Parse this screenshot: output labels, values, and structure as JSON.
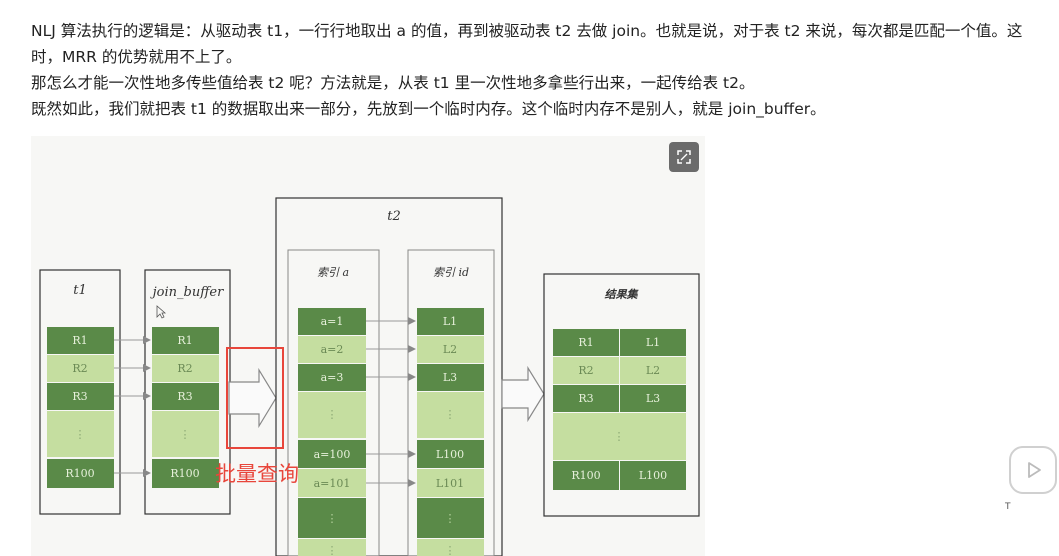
{
  "article": {
    "paragraphs": [
      "NLJ 算法执行的逻辑是：从驱动表 t1，一行行地取出 a 的值，再到被驱动表 t2 去做 join。也就是说，对于表 t2 来说，每次都是匹配一个值。这时，MRR 的优势就用不上了。",
      "那怎么才能一次性地多传些值给表 t2 呢？方法就是，从表 t1 里一次性地多拿些行出来，一起传给表 t2。",
      "既然如此，我们就把表 t1 的数据取出来一部分，先放到一个临时内存。这个临时内存不是别人，就是 join_buffer。"
    ]
  },
  "diagram": {
    "t1_title": "t1",
    "join_buffer_title": "join_buffer",
    "t2_title": "t2",
    "index_a_title": "索引 a",
    "index_id_title": "索引 id",
    "result_title": "结果集",
    "t1_rows": [
      "R1",
      "R2",
      "R3",
      "⋮",
      "R100"
    ],
    "buffer_rows": [
      "R1",
      "R2",
      "R3",
      "⋮",
      "R100"
    ],
    "index_a_rows": [
      "a=1",
      "a=2",
      "a=3",
      "⋮",
      "a=100",
      "a=101",
      "⋮",
      "⋮"
    ],
    "index_id_rows": [
      "L1",
      "L2",
      "L3",
      "⋮",
      "L100",
      "L101",
      "⋮",
      "⋮"
    ],
    "result_left": [
      "R1",
      "R2",
      "R3",
      "⋮",
      "R100"
    ],
    "result_right": [
      "L1",
      "L2",
      "L3",
      "",
      "L100"
    ],
    "batch_label": "批量查询",
    "colors": {
      "dark": "#5a8a48",
      "light": "#c5dea0",
      "accent": "#e8463b"
    }
  },
  "player": {
    "small_text": "T"
  }
}
